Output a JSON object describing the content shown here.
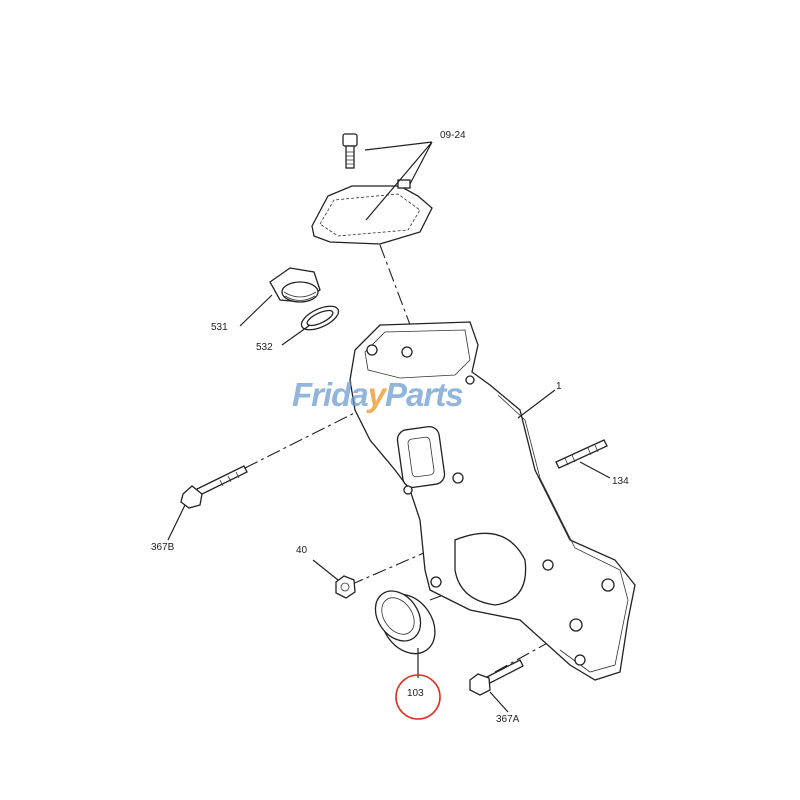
{
  "diagram": {
    "labels": {
      "bolt_top": "09-24",
      "filler_cap": "531",
      "gasket": "532",
      "cover": "1",
      "stud": "134",
      "bolt_b": "367B",
      "nut": "40",
      "seal": "103",
      "bolt_a": "367A"
    },
    "highlighted_part": "103",
    "highlight_color": "#e03020"
  },
  "watermark": {
    "text_before": "Frida",
    "text_mark": "y",
    "text_after": "Parts",
    "colors": {
      "text": "#6496cd",
      "mark": "#f0a03c"
    }
  }
}
